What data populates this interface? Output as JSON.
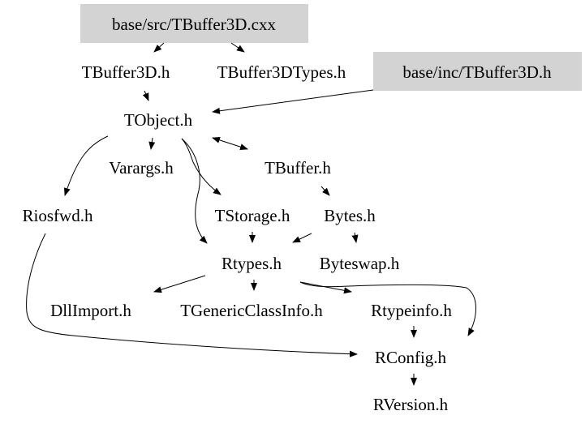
{
  "diagram": {
    "type": "include-dependency-graph",
    "colors": {
      "highlight_box": "#d3d3d3",
      "edge": "#000000",
      "text": "#000000",
      "background": "#ffffff"
    },
    "nodes": [
      {
        "id": "src_cxx",
        "label": "base/src/TBuffer3D.cxx",
        "highlighted": true
      },
      {
        "id": "tb3d_h",
        "label": "TBuffer3D.h",
        "highlighted": false
      },
      {
        "id": "tb3dtypes_h",
        "label": "TBuffer3DTypes.h",
        "highlighted": false
      },
      {
        "id": "inc_tb3d_h",
        "label": "base/inc/TBuffer3D.h",
        "highlighted": true
      },
      {
        "id": "tobject_h",
        "label": "TObject.h",
        "highlighted": false
      },
      {
        "id": "varargs_h",
        "label": "Varargs.h",
        "highlighted": false
      },
      {
        "id": "tbuffer_h",
        "label": "TBuffer.h",
        "highlighted": false
      },
      {
        "id": "riosfwd_h",
        "label": "Riosfwd.h",
        "highlighted": false
      },
      {
        "id": "tstorage_h",
        "label": "TStorage.h",
        "highlighted": false
      },
      {
        "id": "bytes_h",
        "label": "Bytes.h",
        "highlighted": false
      },
      {
        "id": "rtypes_h",
        "label": "Rtypes.h",
        "highlighted": false
      },
      {
        "id": "byteswap_h",
        "label": "Byteswap.h",
        "highlighted": false
      },
      {
        "id": "dllimport_h",
        "label": "DllImport.h",
        "highlighted": false
      },
      {
        "id": "tgeneric_h",
        "label": "TGenericClassInfo.h",
        "highlighted": false
      },
      {
        "id": "rtypeinfo_h",
        "label": "Rtypeinfo.h",
        "highlighted": false
      },
      {
        "id": "rconfig_h",
        "label": "RConfig.h",
        "highlighted": false
      },
      {
        "id": "rversion_h",
        "label": "RVersion.h",
        "highlighted": false
      }
    ],
    "edges": [
      {
        "from": "src_cxx",
        "to": "tb3d_h"
      },
      {
        "from": "src_cxx",
        "to": "tb3dtypes_h"
      },
      {
        "from": "tb3d_h",
        "to": "tobject_h"
      },
      {
        "from": "inc_tb3d_h",
        "to": "tobject_h"
      },
      {
        "from": "tobject_h",
        "to": "riosfwd_h"
      },
      {
        "from": "tobject_h",
        "to": "varargs_h"
      },
      {
        "from": "tobject_h",
        "to": "tstorage_h"
      },
      {
        "from": "tobject_h",
        "to": "rtypes_h"
      },
      {
        "from": "tobject_h",
        "to": "tbuffer_h",
        "bidirectional": true
      },
      {
        "from": "tbuffer_h",
        "to": "bytes_h"
      },
      {
        "from": "tstorage_h",
        "to": "rtypes_h"
      },
      {
        "from": "bytes_h",
        "to": "rtypes_h"
      },
      {
        "from": "bytes_h",
        "to": "byteswap_h"
      },
      {
        "from": "rtypes_h",
        "to": "dllimport_h"
      },
      {
        "from": "rtypes_h",
        "to": "tgeneric_h"
      },
      {
        "from": "rtypes_h",
        "to": "rtypeinfo_h"
      },
      {
        "from": "rtypes_h",
        "to": "rconfig_h"
      },
      {
        "from": "rtypeinfo_h",
        "to": "rconfig_h"
      },
      {
        "from": "riosfwd_h",
        "to": "rconfig_h"
      },
      {
        "from": "rconfig_h",
        "to": "rversion_h"
      }
    ]
  }
}
